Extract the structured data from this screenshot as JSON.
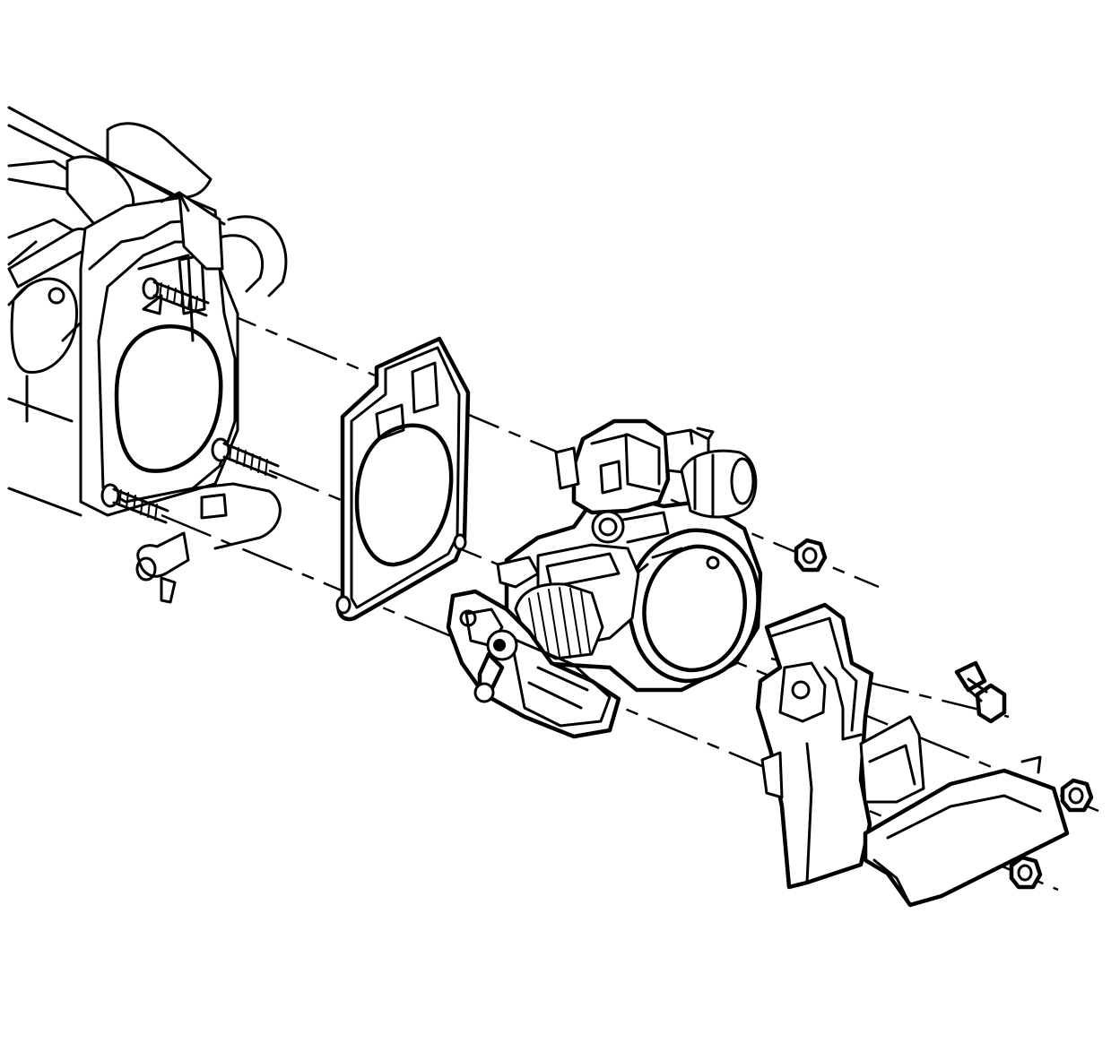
{
  "diagram": {
    "kind": "exploded-view",
    "colors": {
      "line": "#000000",
      "background": "#ffffff"
    },
    "components": [
      {
        "name": "intake-manifold"
      },
      {
        "name": "mounting-studs",
        "count": 3
      },
      {
        "name": "coolant-hose"
      },
      {
        "name": "throttle-body-gasket"
      },
      {
        "name": "throttle-body"
      },
      {
        "name": "throttle-cable-bracket"
      },
      {
        "name": "nuts",
        "count": 3
      },
      {
        "name": "bolt",
        "count": 1
      }
    ]
  }
}
